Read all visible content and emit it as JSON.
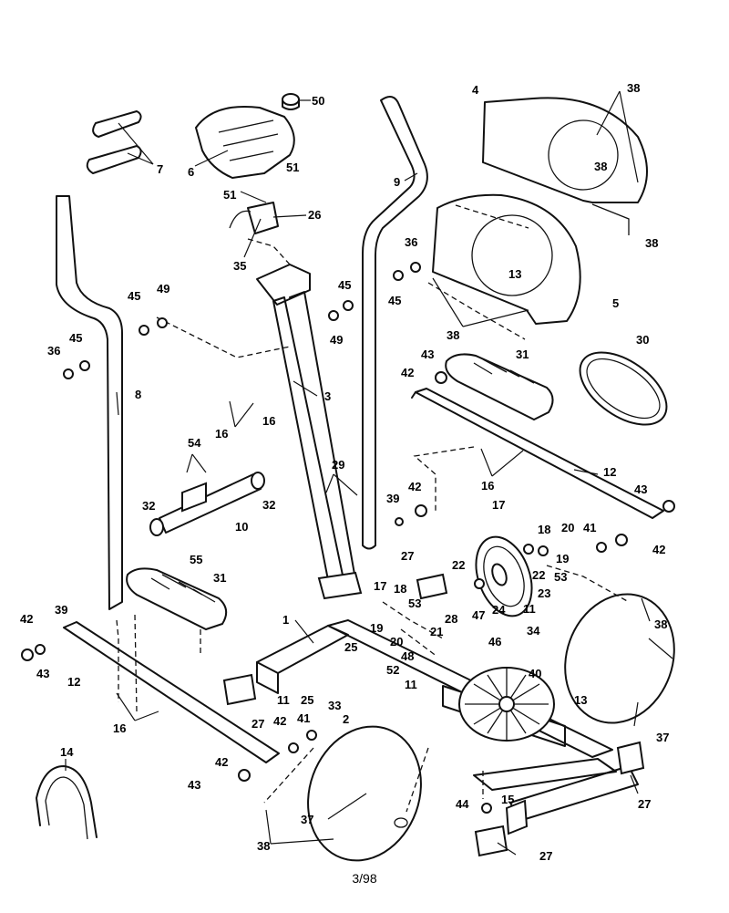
{
  "callouts": {
    "c50": "50",
    "c6": "6",
    "c7": "7",
    "c51a": "51",
    "c51b": "51",
    "c26": "26",
    "c35": "35",
    "c9": "9",
    "c4": "4",
    "c38a": "38",
    "c38b": "38",
    "c38c": "38",
    "c36a": "36",
    "c45a": "45",
    "c49a": "49",
    "c45b": "45",
    "c36b": "36",
    "c45c": "45",
    "c13a": "13",
    "c5": "5",
    "c38d": "38",
    "c49b": "49",
    "c8": "8",
    "c3": "3",
    "c30": "30",
    "c43a": "43",
    "c31a": "31",
    "c42a": "42",
    "c16a": "16",
    "c16b": "16",
    "c54": "54",
    "c29": "29",
    "c16c": "16",
    "c12a": "12",
    "c43b": "43",
    "c32a": "32",
    "c10": "10",
    "c32b": "32",
    "c39a": "39",
    "c42b": "42",
    "c17a": "17",
    "c18a": "18",
    "c20a": "20",
    "c41a": "41",
    "c42c": "42",
    "c55": "55",
    "c19a": "19",
    "c53a": "53",
    "c27a": "27",
    "c22a": "22",
    "c22b": "22",
    "c23": "23",
    "c31b": "31",
    "c17b": "17",
    "c18b": "18",
    "c11a": "11",
    "c24": "24",
    "c53b": "53",
    "c19b": "19",
    "c20b": "20",
    "c21": "21",
    "c28": "28",
    "c47": "47",
    "c34": "34",
    "c38e": "38",
    "c1": "1",
    "c46": "46",
    "c42d": "42",
    "c39b": "39",
    "c48": "48",
    "c43c": "43",
    "c12b": "12",
    "c25a": "25",
    "c52": "52",
    "c40": "40",
    "c11b": "11",
    "c25b": "25",
    "c11c": "11",
    "c41b": "41",
    "c33": "33",
    "c2": "2",
    "c13b": "13",
    "c27b": "27",
    "c16d": "16",
    "c42e": "42",
    "c37a": "37",
    "c14": "14",
    "c42f": "42",
    "c43d": "43",
    "c37b": "37",
    "c44": "44",
    "c15": "15",
    "c27c": "27",
    "c38f": "38",
    "c27d": "27"
  },
  "page_number": "3/98"
}
